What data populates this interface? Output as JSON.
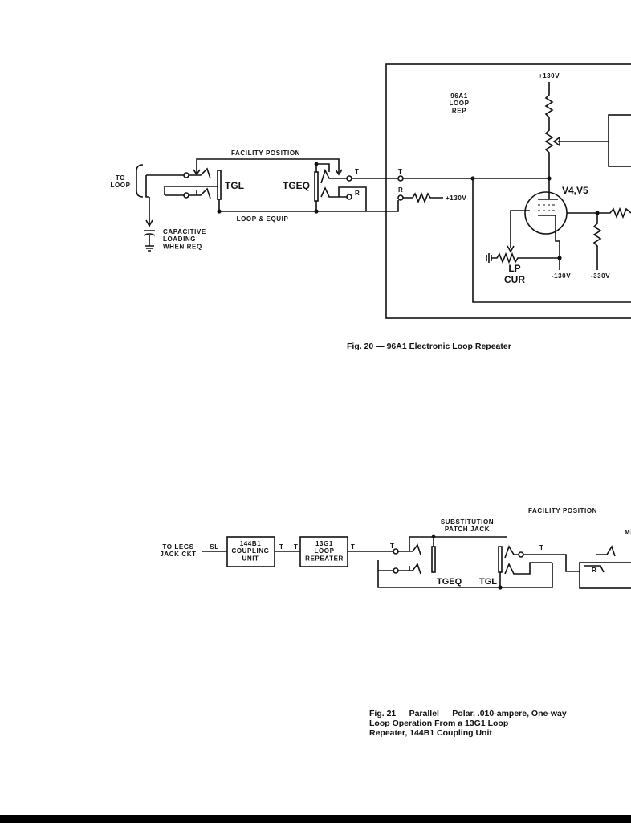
{
  "figure20": {
    "label_to_loop": "TO\nLOOP",
    "label_facility_position": "FACILITY POSITION",
    "label_loop_equip": "LOOP & EQUIP",
    "label_tgl": "TGL",
    "label_tgeq": "TGEQ",
    "label_t1": "T",
    "label_t2": "T",
    "label_r1": "R",
    "label_r2": "R",
    "label_plus130_r": "+130V",
    "label_plus130_top": "+130V",
    "label_box_title": "96A1\nLOOP\nREP",
    "label_tube": "V4,V5",
    "label_lp_cur": "LP\nCUR",
    "label_minus130": "-130V",
    "label_minus330": "-330V",
    "label_capacitive": "CAPACITIVE\nLOADING\nWHEN REQ",
    "caption": "Fig. 20 — 96A1 Electronic Loop Repeater"
  },
  "figure21": {
    "label_to_legs": "TO LEGS\nJACK CKT",
    "label_sl": "SL",
    "label_coupling": "144B1\nCOUPLING\nUNIT",
    "label_repeater": "13G1\nLOOP\nREPEATER",
    "label_t_a": "T",
    "label_t_b": "T",
    "label_t_c": "T",
    "label_t_d": "T",
    "label_t_e": "T",
    "label_substitution": "SUBSTITUTION\nPATCH JACK",
    "label_facility_position": "FACILITY POSITION",
    "label_tgeq": "TGEQ",
    "label_tgl": "TGL",
    "label_r": "R",
    "label_mi": "MI",
    "caption": "Fig. 21 — Parallel — Polar, .010-ampere, One-way\nLoop Operation From a 13G1 Loop\nRepeater, 144B1 Coupling Unit"
  }
}
